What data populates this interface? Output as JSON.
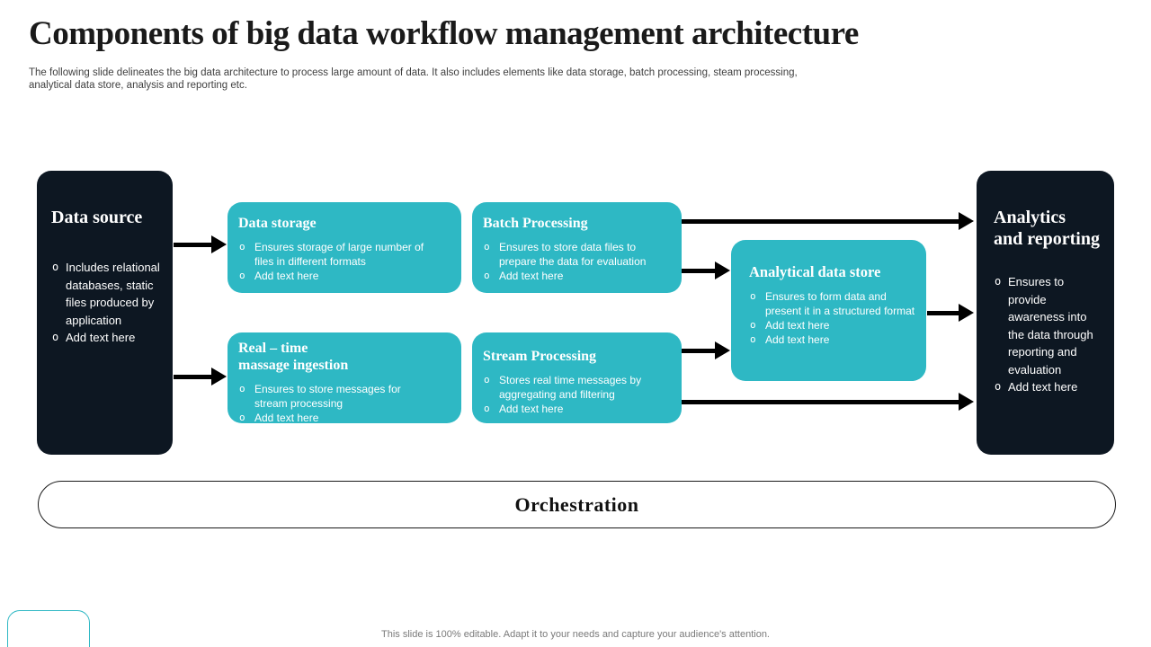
{
  "slide": {
    "title": "Components of big data workflow management architecture",
    "subtitle": "The following slide delineates the big data architecture to process large amount of data. It also includes elements like data storage, batch processing, steam processing, analytical data store, analysis and reporting etc.",
    "footer": "This slide is 100% editable.  Adapt it to your needs and capture your audience's attention."
  },
  "ui": {
    "bullet_char": "o"
  },
  "colors": {
    "teal": "#2EB8C4",
    "dark": "#0D1722",
    "arrow": "#000000"
  },
  "nodes": {
    "data_source": {
      "title": "Data source",
      "bullets": [
        "Includes relational databases, static files produced by application",
        "Add text here"
      ]
    },
    "data_storage": {
      "title": "Data storage",
      "bullets": [
        "Ensures storage of large number of files in different formats",
        "Add text here"
      ]
    },
    "batch_processing": {
      "title": "Batch Processing",
      "bullets": [
        "Ensures to store data files to prepare the data for evaluation",
        "Add text here"
      ]
    },
    "realtime_ingestion": {
      "title": "Real – time\nmassage ingestion",
      "bullets": [
        "Ensures to store messages for stream processing",
        "Add text here"
      ]
    },
    "stream_processing": {
      "title": "Stream Processing",
      "bullets": [
        "Stores real time messages by aggregating and filtering",
        "Add text here"
      ]
    },
    "analytical_data_store": {
      "title": "Analytical data store",
      "bullets": [
        "Ensures to form data and present it in a structured format",
        "Add text here",
        "Add text here"
      ]
    },
    "analytics_reporting": {
      "title": "Analytics\nand reporting",
      "bullets": [
        "Ensures to provide awareness into the data through reporting and evaluation",
        "Add text here"
      ]
    }
  },
  "orchestration": {
    "label": "Orchestration"
  }
}
